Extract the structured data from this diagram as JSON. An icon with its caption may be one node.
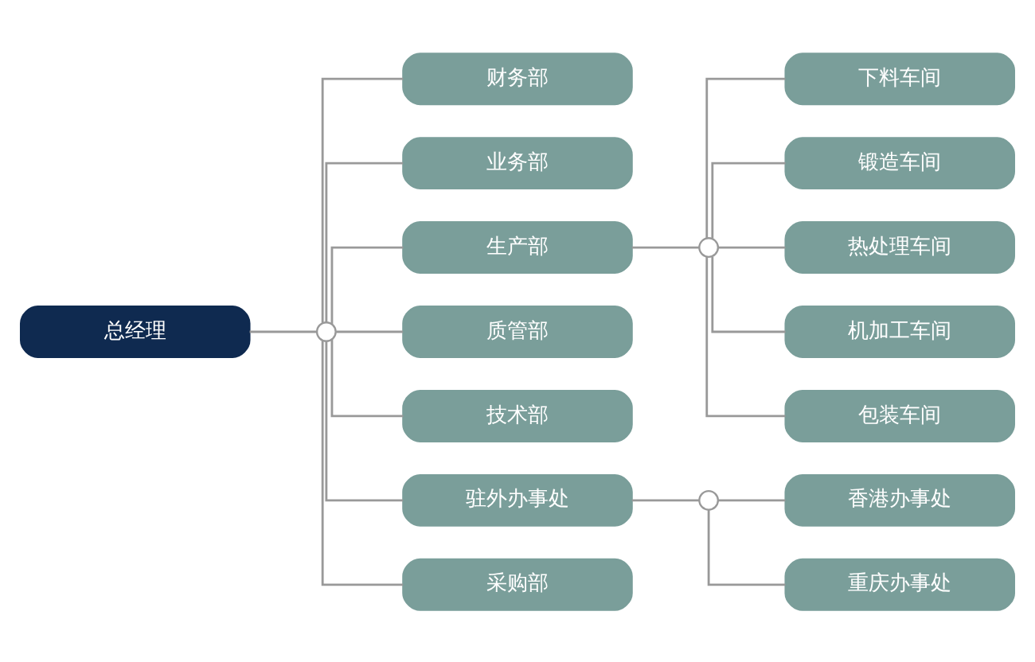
{
  "diagram": {
    "nodes": [
      {
        "text": [
          "总经理"
        ]
      },
      {
        "text": [],
        "shape": "circle"
      },
      {
        "text": [
          "财务部"
        ]
      },
      {
        "text": [
          "业务部"
        ]
      },
      {
        "text": [
          "生产部"
        ]
      },
      {
        "text": [
          "质管部"
        ]
      },
      {
        "text": [
          "技术部"
        ]
      },
      {
        "text": [
          "驻外办事处"
        ]
      },
      {
        "text": [
          "采购部"
        ]
      },
      {
        "text": [],
        "shape": "circle"
      },
      {
        "text": [
          "下料车间"
        ]
      },
      {
        "text": [
          "锻造车间"
        ]
      },
      {
        "text": [
          "热处理车间"
        ]
      },
      {
        "text": [
          "机加工车间"
        ]
      },
      {
        "text": [
          "包装车间"
        ]
      },
      {
        "text": [],
        "shape": "circle"
      },
      {
        "text": [
          "香港办事处"
        ]
      },
      {
        "text": [
          "重庆办事处"
        ]
      }
    ],
    "edges": [
      {
        "from": 0,
        "to": 1,
        "arrow": "none"
      },
      {
        "from": 1,
        "to": 2,
        "arrow": "none"
      },
      {
        "from": 1,
        "to": 3,
        "arrow": "none"
      },
      {
        "from": 1,
        "to": 4,
        "arrow": "none"
      },
      {
        "from": 1,
        "to": 5,
        "arrow": "none"
      },
      {
        "from": 1,
        "to": 6,
        "arrow": "none"
      },
      {
        "from": 1,
        "to": 7,
        "arrow": "none"
      },
      {
        "from": 1,
        "to": 8,
        "arrow": "none"
      },
      {
        "from": 4,
        "to": 9,
        "arrow": "none"
      },
      {
        "from": 9,
        "to": 10,
        "arrow": "none"
      },
      {
        "from": 9,
        "to": 11,
        "arrow": "none"
      },
      {
        "from": 9,
        "to": 12,
        "arrow": "none"
      },
      {
        "from": 9,
        "to": 13,
        "arrow": "none"
      },
      {
        "from": 9,
        "to": 14,
        "arrow": "none"
      },
      {
        "from": 7,
        "to": 15,
        "arrow": "none"
      },
      {
        "from": 15,
        "to": 16,
        "arrow": "none"
      },
      {
        "from": 15,
        "to": 17,
        "arrow": "none"
      }
    ]
  }
}
